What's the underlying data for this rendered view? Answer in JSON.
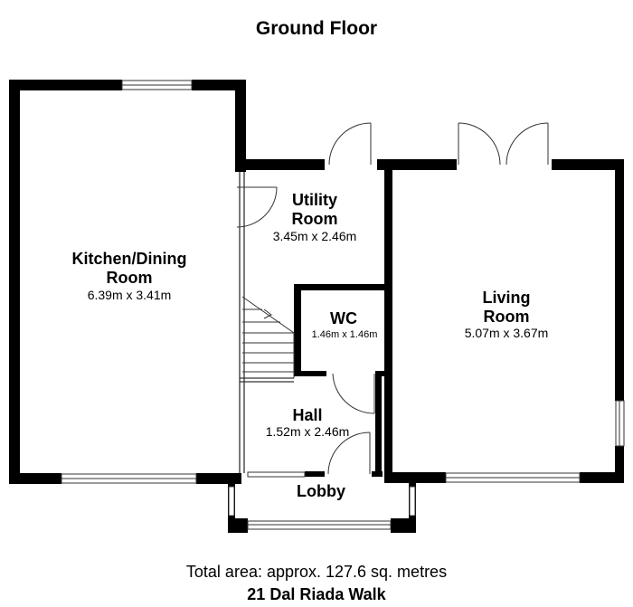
{
  "title": "Ground Floor",
  "rooms": {
    "kitchen": {
      "name_line1": "Kitchen/Dining",
      "name_line2": "Room",
      "dims": "6.39m x 3.41m"
    },
    "utility": {
      "name_line1": "Utility",
      "name_line2": "Room",
      "dims": "3.45m x 2.46m"
    },
    "wc": {
      "name": "WC",
      "dims": "1.46m x 1.46m"
    },
    "living": {
      "name_line1": "Living",
      "name_line2": "Room",
      "dims": "5.07m x 3.67m"
    },
    "hall": {
      "name": "Hall",
      "dims": "1.52m x 2.46m"
    },
    "lobby": {
      "name": "Lobby"
    }
  },
  "footer": {
    "total_area": "Total area: approx. 127.6 sq. metres",
    "address": "21 Dal Riada Walk"
  },
  "colors": {
    "wall": "#000000",
    "line": "#333333",
    "background": "#ffffff"
  }
}
